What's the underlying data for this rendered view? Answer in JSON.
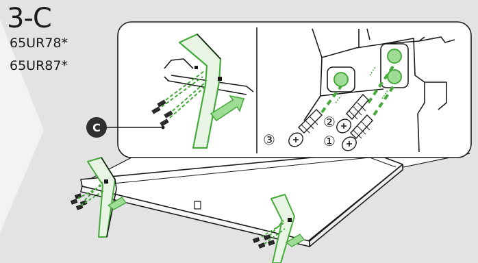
{
  "step": "3-C",
  "models": [
    "65UR78*",
    "65UR87*"
  ],
  "part_label": "C",
  "screw_order": [
    "③",
    "②",
    "①"
  ],
  "colors": {
    "background": "#e3e3e3",
    "chevron": "#f3f3f3",
    "panel": "#ffffff",
    "outline": "#1a1a1a",
    "highlight": "#46a93b",
    "arrow_fill": "#9fdc96",
    "badge": "#2f2f2f"
  }
}
